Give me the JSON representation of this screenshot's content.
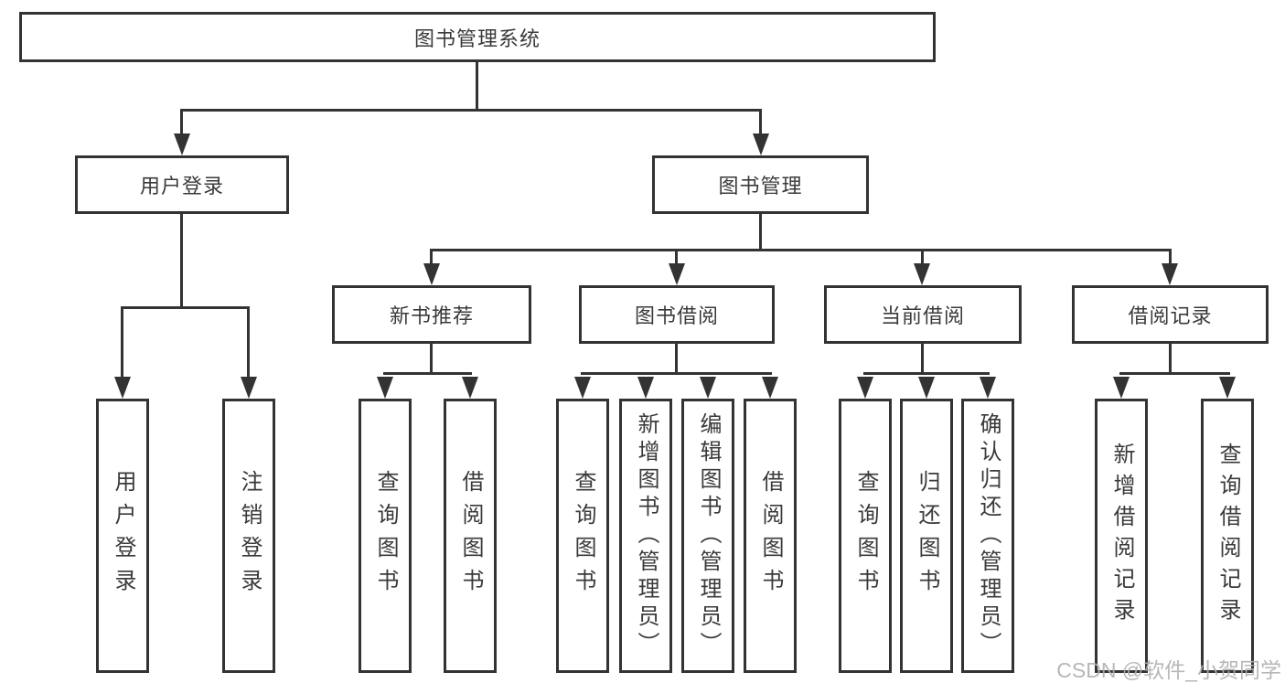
{
  "watermark": {
    "text": "CSDN @软件_小贺同学",
    "color": "#b0b0b0"
  },
  "colors": {
    "line": "#333333",
    "box_border": "#333333",
    "box_fill": "#ffffff",
    "text": "#3a3a3a",
    "background": "#ffffff"
  },
  "tree": {
    "root": {
      "label": "图书管理系统",
      "children": [
        {
          "label": "用户登录",
          "children": [
            {
              "label": "用户登录"
            },
            {
              "label": "注销登录"
            }
          ]
        },
        {
          "label": "图书管理",
          "children": [
            {
              "label": "新书推荐",
              "children": [
                {
                  "label": "查询图书"
                },
                {
                  "label": "借阅图书"
                }
              ]
            },
            {
              "label": "图书借阅",
              "children": [
                {
                  "label": "查询图书"
                },
                {
                  "label": "新增图书（管理员）"
                },
                {
                  "label": "编辑图书（管理员）"
                },
                {
                  "label": "借阅图书"
                }
              ]
            },
            {
              "label": "当前借阅",
              "children": [
                {
                  "label": "查询图书"
                },
                {
                  "label": "归还图书"
                },
                {
                  "label": "确认归还（管理员）"
                }
              ]
            },
            {
              "label": "借阅记录",
              "children": [
                {
                  "label": "新增借阅记录"
                },
                {
                  "label": "查询借阅记录"
                }
              ]
            }
          ]
        }
      ]
    }
  }
}
